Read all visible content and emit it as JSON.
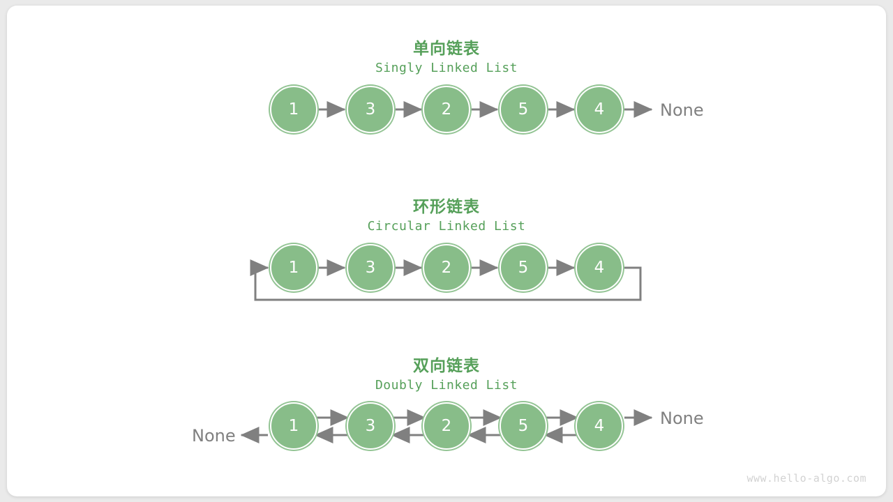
{
  "page": {
    "background_color": "#eaeaea",
    "card_color": "#ffffff",
    "watermark": "www.hello-algo.com"
  },
  "theme": {
    "node_fill": "#88bd89",
    "node_ring": "#93c494",
    "node_text": "#ffffff",
    "heading_color": "#56a05a",
    "subtitle_color": "#56a05a",
    "arrow_color": "#808080",
    "none_label_color": "#808080",
    "watermark_color": "#d2d2d2"
  },
  "sections": [
    {
      "id": "singly",
      "title": "单向链表",
      "subtitle": "Singly Linked List",
      "nodes": [
        "1",
        "3",
        "2",
        "5",
        "4"
      ],
      "tail_label": "None",
      "head_label": "",
      "has_loop_back": false,
      "bidirectional": false
    },
    {
      "id": "circular",
      "title": "环形链表",
      "subtitle": "Circular Linked List",
      "nodes": [
        "1",
        "3",
        "2",
        "5",
        "4"
      ],
      "tail_label": "",
      "head_label": "",
      "has_loop_back": true,
      "bidirectional": false
    },
    {
      "id": "doubly",
      "title": "双向链表",
      "subtitle": "Doubly Linked List",
      "nodes": [
        "1",
        "3",
        "2",
        "5",
        "4"
      ],
      "tail_label": "None",
      "head_label": "None",
      "has_loop_back": false,
      "bidirectional": true
    }
  ]
}
